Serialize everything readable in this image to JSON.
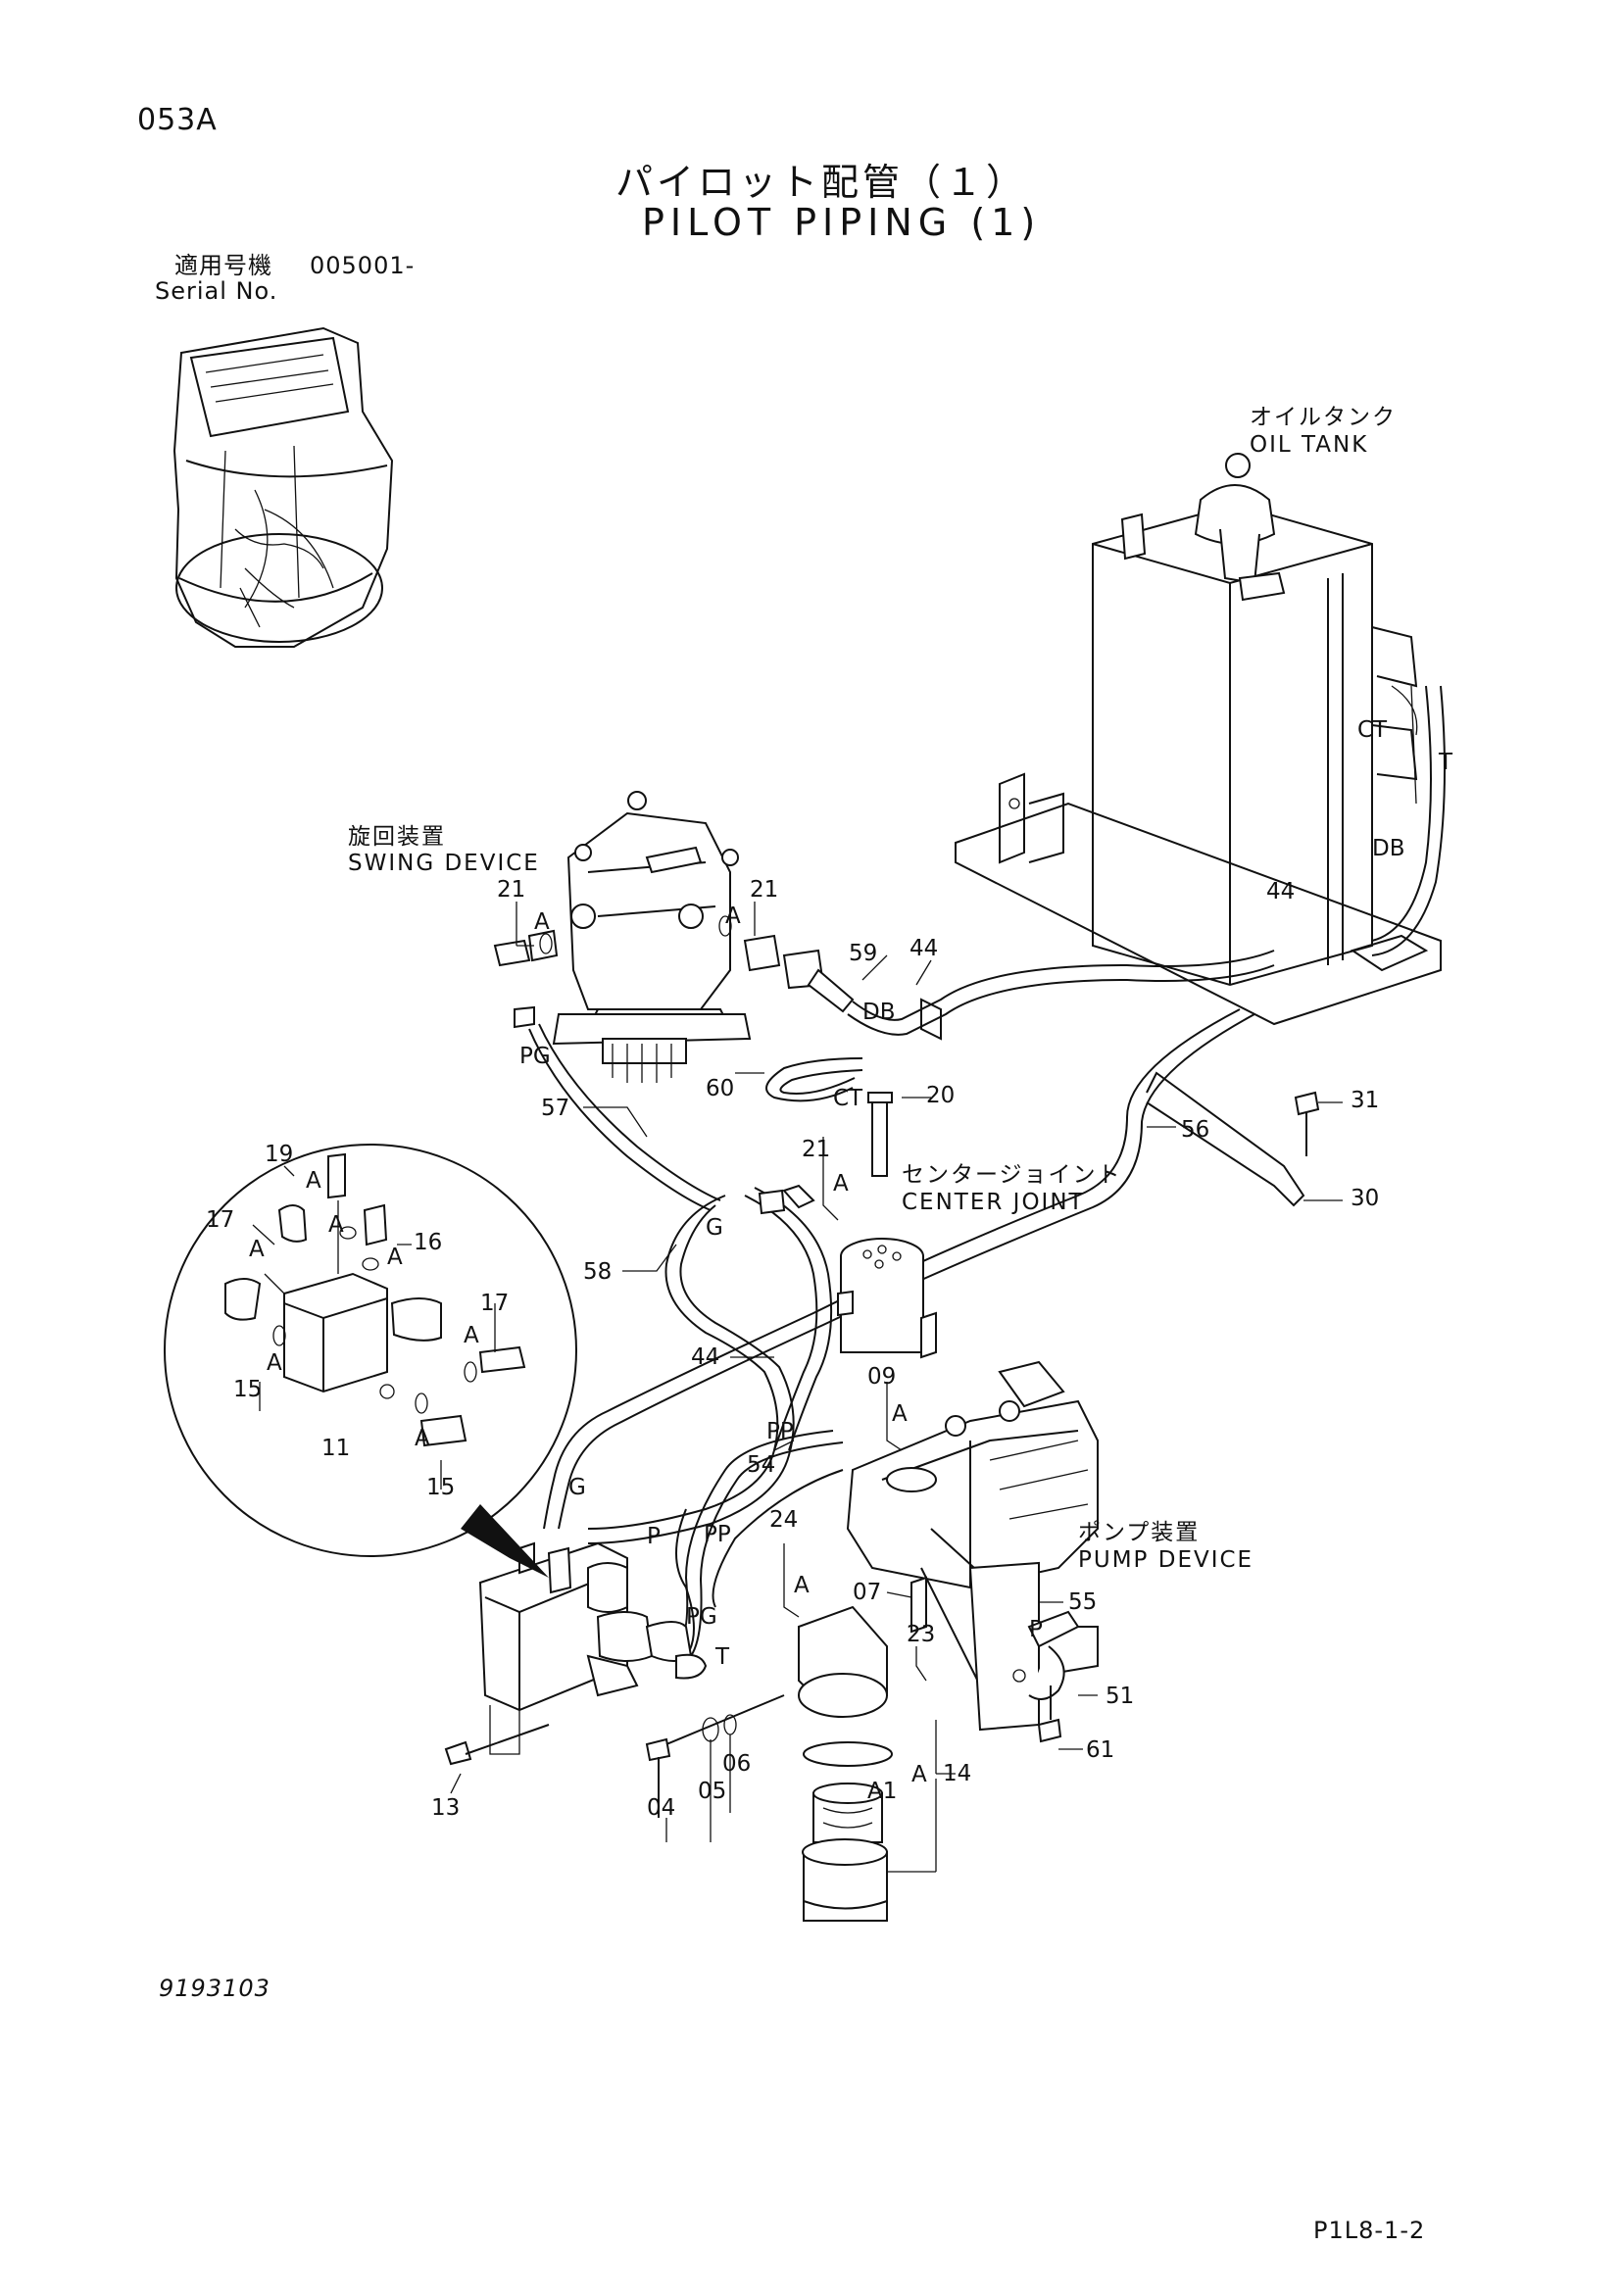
{
  "header": {
    "section_code": "053A",
    "title_jp": "パイロット配管（１）",
    "title_en": "PILOT PIPING (1)",
    "serial_label_jp": "適用号機",
    "serial_value": "005001-",
    "serial_label_en": "Serial No."
  },
  "components": {
    "oil_tank_jp": "オイルタンク",
    "oil_tank_en": "OIL TANK",
    "swing_jp": "旋回装置",
    "swing_en": "SWING DEVICE",
    "center_jp": "センタージョイント",
    "center_en": "CENTER JOINT",
    "pump_jp": "ポンプ装置",
    "pump_en": "PUMP DEVICE"
  },
  "port_labels": {
    "ct1": "CT",
    "t1": "T",
    "db1": "DB",
    "db2": "DB",
    "ct2": "CT",
    "pg1": "PG",
    "g1": "G",
    "g2": "G",
    "pp1": "PP",
    "pp2": "PP",
    "p1": "P",
    "pg2": "PG",
    "t2": "T",
    "p2": "P",
    "a1": "A1"
  },
  "callouts": {
    "n21a": "21",
    "n21b": "21",
    "n21c": "21",
    "n44a": "44",
    "n44b": "44",
    "n44c": "44",
    "n59": "59",
    "n60": "60",
    "n20": "20",
    "n31": "31",
    "n30": "30",
    "n56": "56",
    "n57": "57",
    "n58": "58",
    "n19": "19",
    "n17a": "17",
    "n17b": "17",
    "n16": "16",
    "n15a": "15",
    "n15b": "15",
    "n11": "11",
    "n09": "09",
    "n54": "54",
    "n24": "24",
    "n07": "07",
    "n55": "55",
    "n23": "23",
    "n51": "51",
    "n61": "61",
    "n14": "14",
    "n13": "13",
    "n04": "04",
    "n05": "05",
    "n06": "06"
  },
  "a_marks": [
    "A",
    "A",
    "A",
    "A",
    "A",
    "A",
    "A",
    "A",
    "A",
    "A",
    "A",
    "A",
    "A"
  ],
  "footer": {
    "drawing_no": "9193103",
    "page_code": "P1L8-1-2"
  }
}
